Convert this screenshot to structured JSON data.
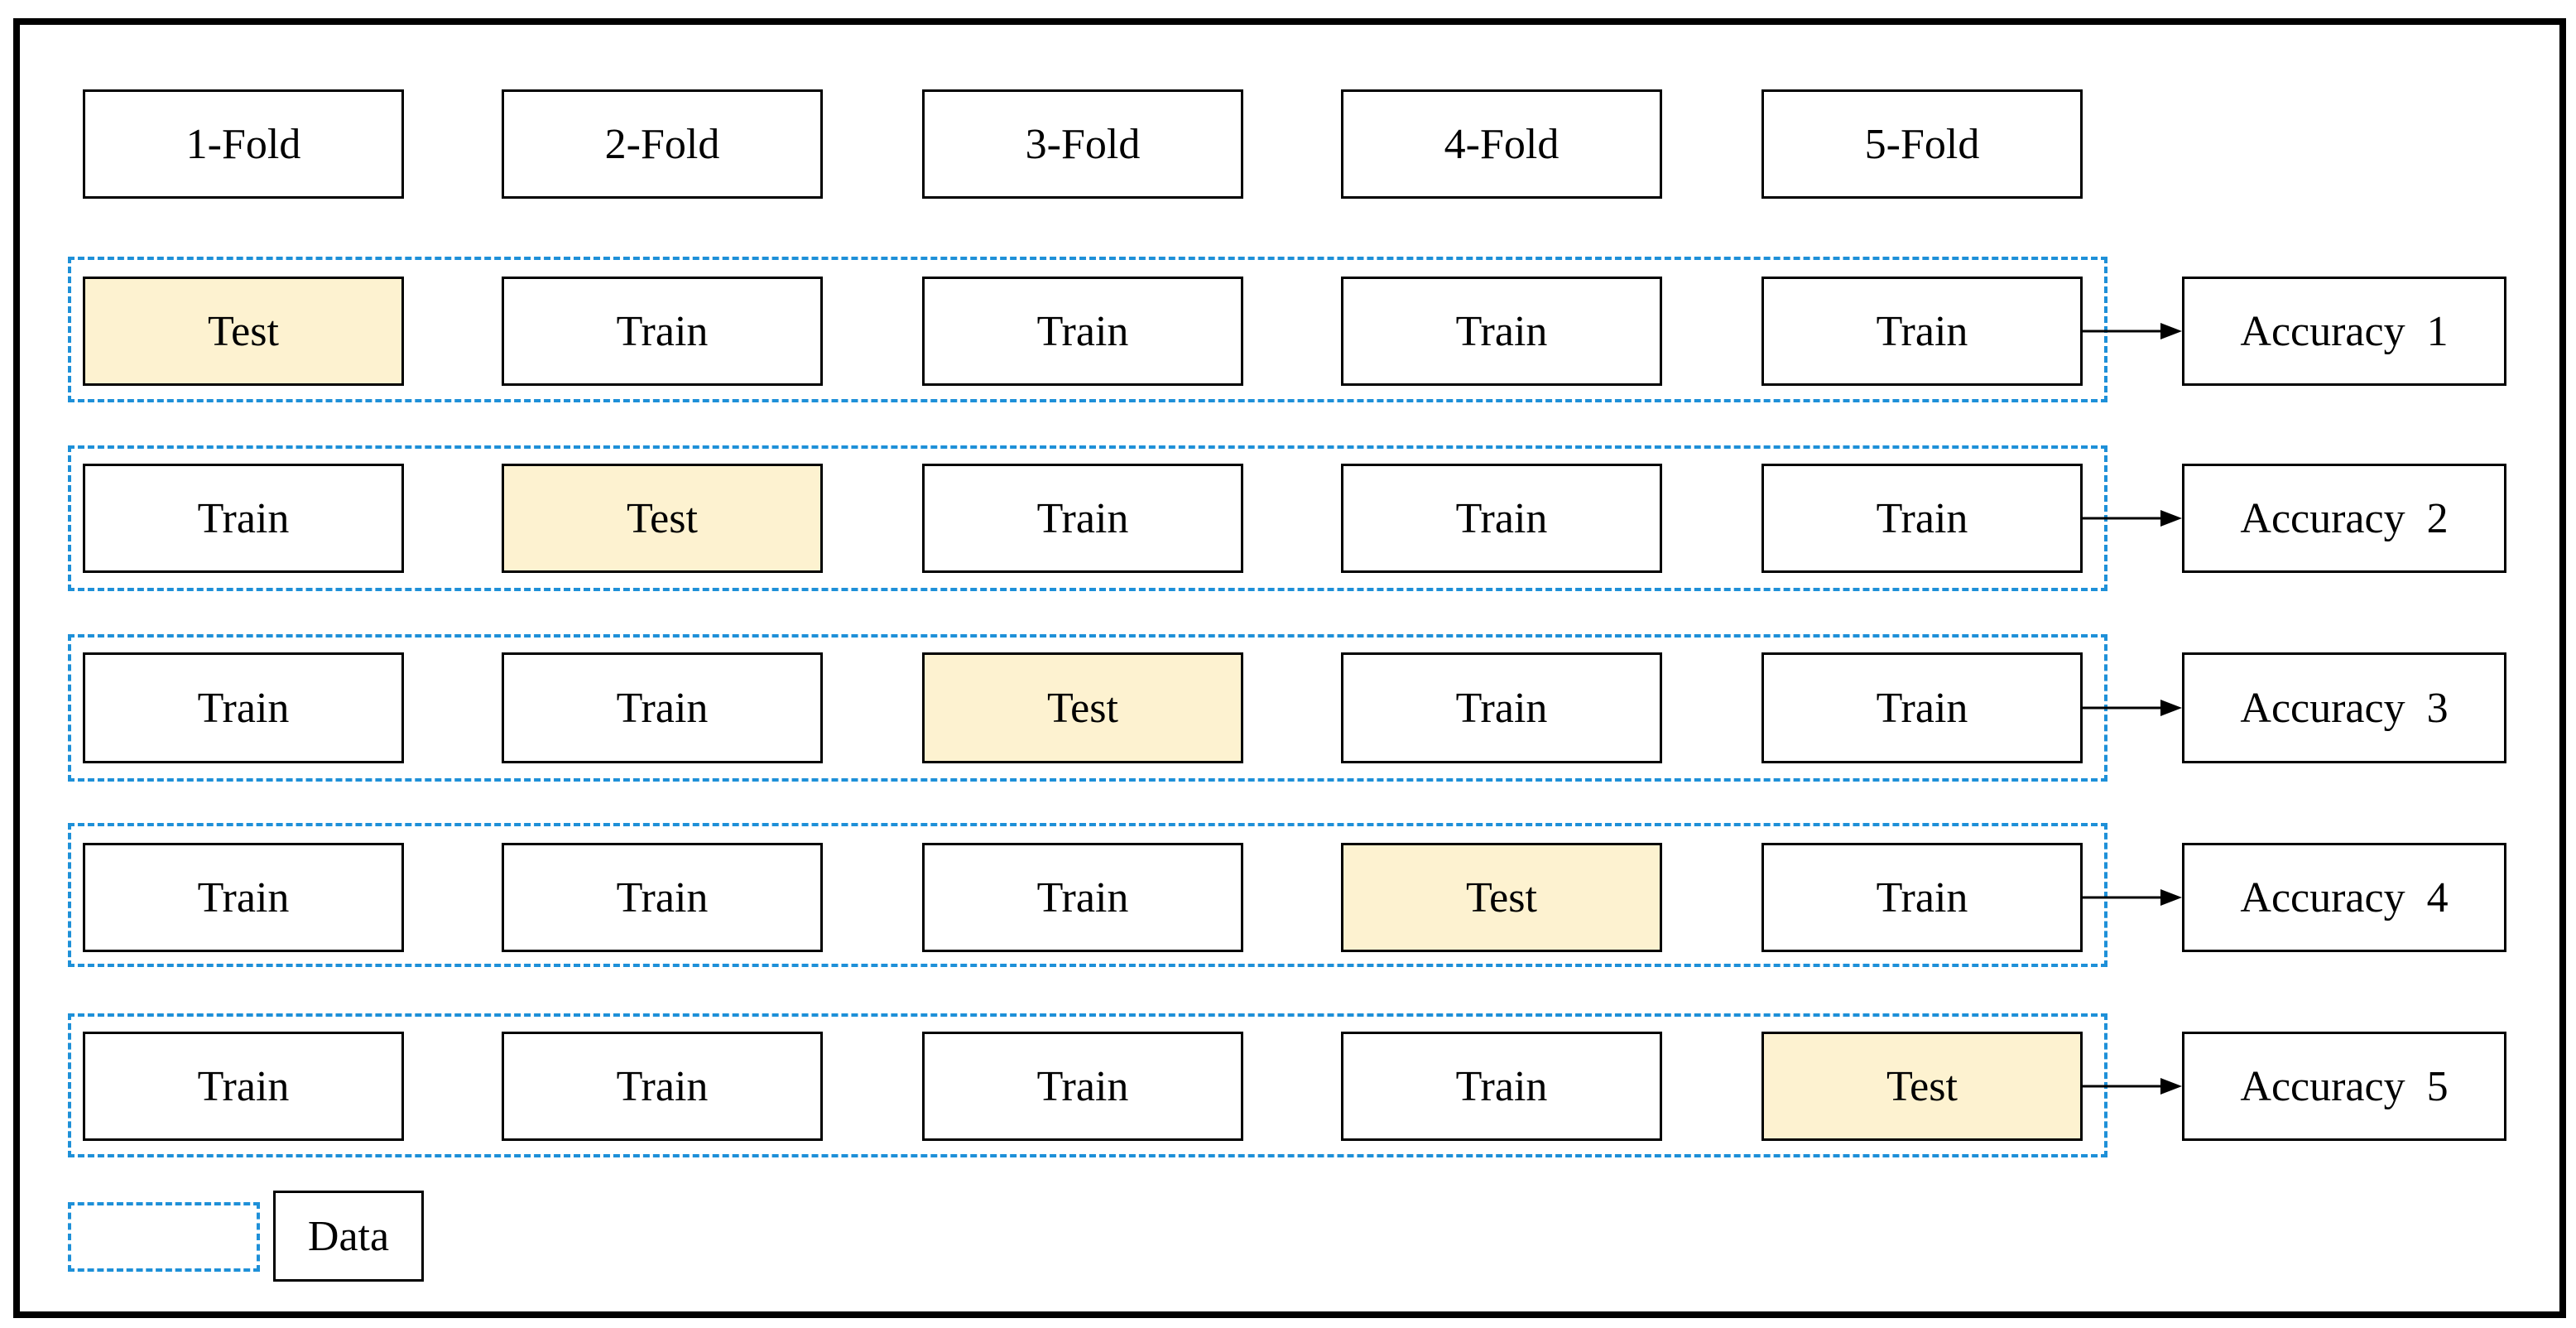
{
  "folds": [
    "1-Fold",
    "2-Fold",
    "3-Fold",
    "4-Fold",
    "5-Fold"
  ],
  "rows": [
    {
      "cells": [
        "Test",
        "Train",
        "Train",
        "Train",
        "Train"
      ],
      "test_index": 0,
      "accuracy": "Accuracy  1"
    },
    {
      "cells": [
        "Train",
        "Test",
        "Train",
        "Train",
        "Train"
      ],
      "test_index": 1,
      "accuracy": "Accuracy  2"
    },
    {
      "cells": [
        "Train",
        "Train",
        "Test",
        "Train",
        "Train"
      ],
      "test_index": 2,
      "accuracy": "Accuracy  3"
    },
    {
      "cells": [
        "Train",
        "Train",
        "Train",
        "Test",
        "Train"
      ],
      "test_index": 3,
      "accuracy": "Accuracy  4"
    },
    {
      "cells": [
        "Train",
        "Train",
        "Train",
        "Train",
        "Test"
      ],
      "test_index": 4,
      "accuracy": "Accuracy  5"
    }
  ],
  "legend": {
    "label": "Data"
  },
  "colors": {
    "test_fill": "#fdf2d0",
    "dash_border": "#1e90d8",
    "line": "#000000"
  }
}
